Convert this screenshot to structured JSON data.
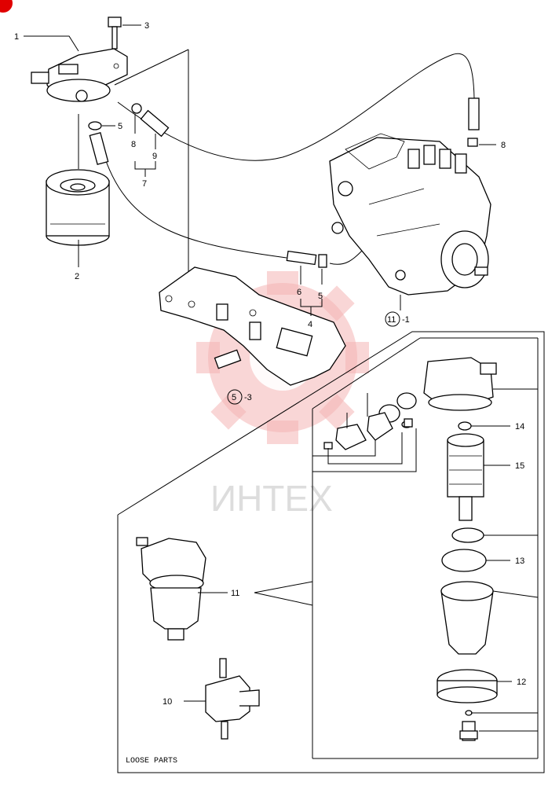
{
  "watermark": {
    "text": "ИНТЕХ",
    "color": "#f4b5b5"
  },
  "callouts": {
    "p1": "1",
    "p2": "2",
    "p3": "3",
    "p4": "4",
    "p5a": "5",
    "p5b": "5",
    "p5c": "5",
    "p5c_suffix": "-3",
    "p6": "6",
    "p7": "7",
    "p8a": "8",
    "p8b": "8",
    "p9": "9",
    "p10": "10",
    "p11a": "11",
    "p11b": "11",
    "p11b_suffix": "-1",
    "p12": "12",
    "p13": "13",
    "p14": "14",
    "p15": "15"
  },
  "box_label": "LOOSE PARTS"
}
